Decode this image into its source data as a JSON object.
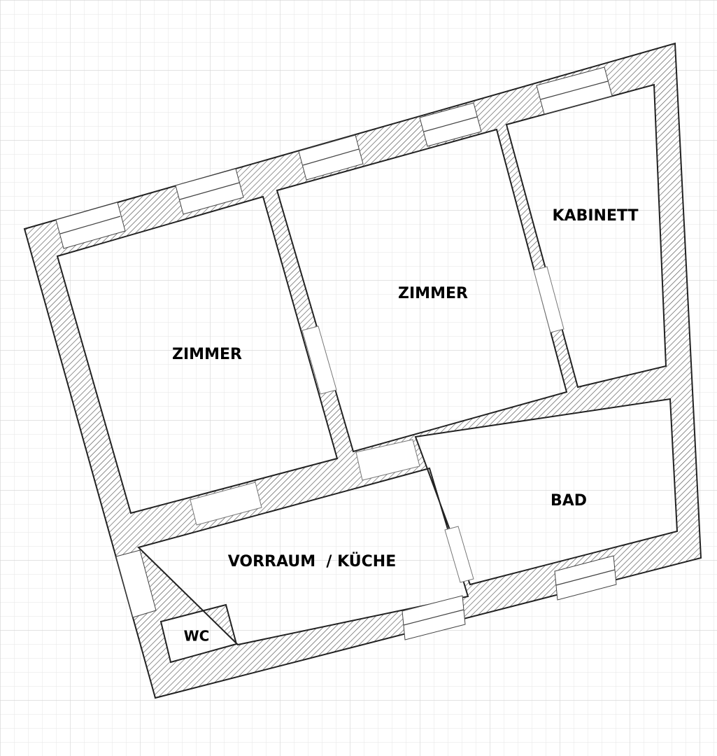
{
  "rooms": {
    "zimmer_left": "ZIMMER",
    "zimmer_center": "ZIMMER",
    "kabinett": "KABINETT",
    "vorraum_kueche": "VORRAUM  / KÜCHE",
    "bad": "BAD",
    "wc": "WC"
  },
  "colors": {
    "wall_outline": "#222222",
    "wall_hatch": "#555555",
    "grid_minor": "#e6e6e6",
    "grid_major": "#d2d2d2",
    "background": "#ffffff"
  }
}
